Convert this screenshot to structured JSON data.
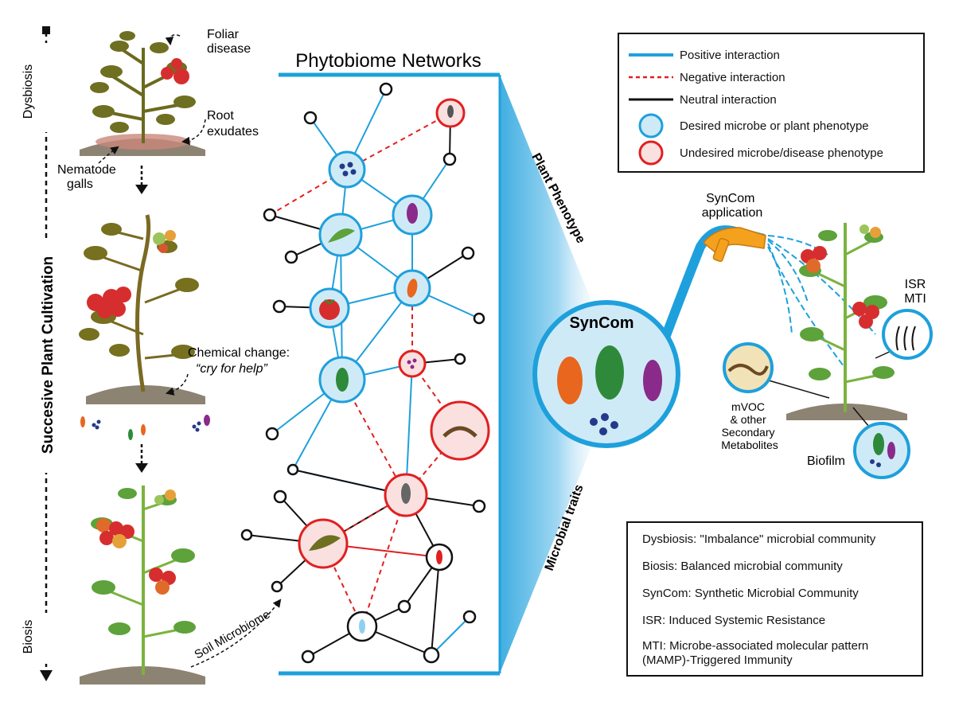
{
  "title": "Phytobiome Networks",
  "axis": {
    "top_label": "Dysbiosis",
    "middle_label": "Succesive Plant Cultivation",
    "bottom_label": "Biosis"
  },
  "plant_labels": {
    "foliar_disease": [
      "Foliar",
      "disease"
    ],
    "root_exudates": [
      "Root",
      "exudates"
    ],
    "nematode_galls": [
      "Nematode",
      "galls"
    ],
    "chemical_change": "Chemical change:",
    "cry_for_help": "“cry for help”",
    "soil_microbiome": "Soil Microbiome"
  },
  "funnel_labels": {
    "plant_phenotype": "Plant Phenotype",
    "microbial_traits": "Microbial traits"
  },
  "syncom": {
    "label": "SynCom",
    "application": [
      "SynCom",
      "application"
    ]
  },
  "right_labels": {
    "isr": "ISR",
    "mti": "MTI",
    "mvoc": [
      "mVOC",
      "& other",
      "Secondary",
      "Metabolites"
    ],
    "biofilm": "Biofilm"
  },
  "legend": [
    {
      "type": "line-solid",
      "color": "#1ea0dc",
      "label": "Positive interaction"
    },
    {
      "type": "line-dashed",
      "color": "#e02020",
      "label": "Negative interaction"
    },
    {
      "type": "line-solid",
      "color": "#111111",
      "label": "Neutral interaction"
    },
    {
      "type": "circle",
      "color": "#1ea0dc",
      "label": "Desired microbe or plant phenotype"
    },
    {
      "type": "circle",
      "color": "#e02020",
      "label": "Undesired microbe/disease phenotype"
    }
  ],
  "glossary": [
    [
      "Dysbiosis: \"Imbalance\" microbial community"
    ],
    [
      "Biosis: Balanced microbial community"
    ],
    [
      "SynCom: Synthetic Microbial Community"
    ],
    [
      "ISR: Induced Systemic Resistance"
    ],
    [
      "MTI: Microbe-associated molecular pattern",
      "(MAMP)-Triggered Immunity"
    ]
  ],
  "colors": {
    "positive": "#1ea0dc",
    "negative": "#e02020",
    "neutral": "#111111",
    "desired_fill": "#cfeaf7",
    "undesired_fill": "#fbe0e0"
  }
}
